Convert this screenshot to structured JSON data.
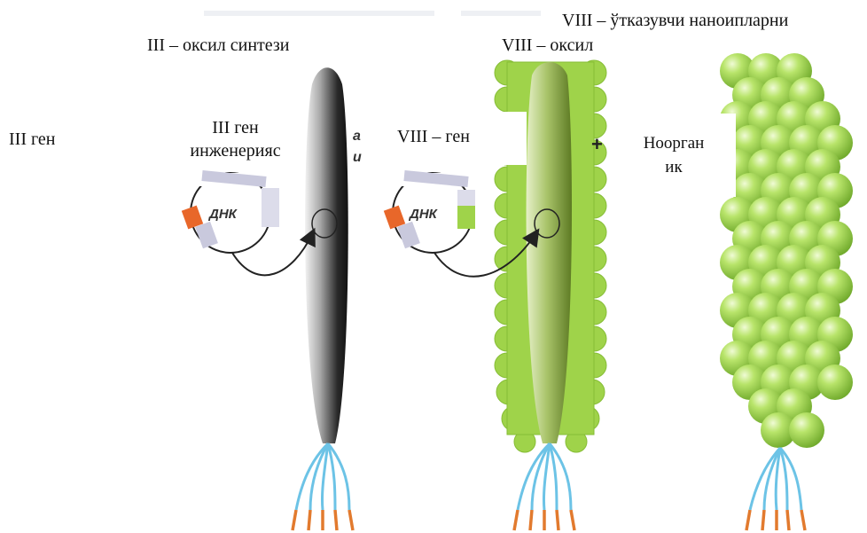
{
  "labels": {
    "gene_iii": "III ген",
    "protein_iii_synthesis": "III – оксил синтези",
    "gene_iii_engineering_line1": "III ген",
    "gene_iii_engineering_line2": "инженерияс",
    "gene_viii": "VIII – ген",
    "protein_viii": "VIII – оксил",
    "nanowires_viii": "VIII – ўтказувчи наноипларни",
    "inorganic_line1": "Ноорган",
    "inorganic_line2": "ик",
    "plus_sign": "+",
    "dna_left": "ДНК",
    "dna_right": "ДНК",
    "occluded_fragment_1": "а",
    "occluded_fragment_2": "и"
  },
  "colors": {
    "phage_dark": "#1c1c1c",
    "phage_green": "#8cbf3a",
    "coat_green": "#9fd34a",
    "tail_blue": "#6cc3e6",
    "tail_orange": "#e27a2e",
    "dna_orange": "#e8672a",
    "dna_lilac": "#c9c9dd"
  },
  "icons": [
    "dna-plasmid-icon",
    "curved-arrow-icon",
    "phage-tail-fibers-icon",
    "nanosphere-icon"
  ]
}
